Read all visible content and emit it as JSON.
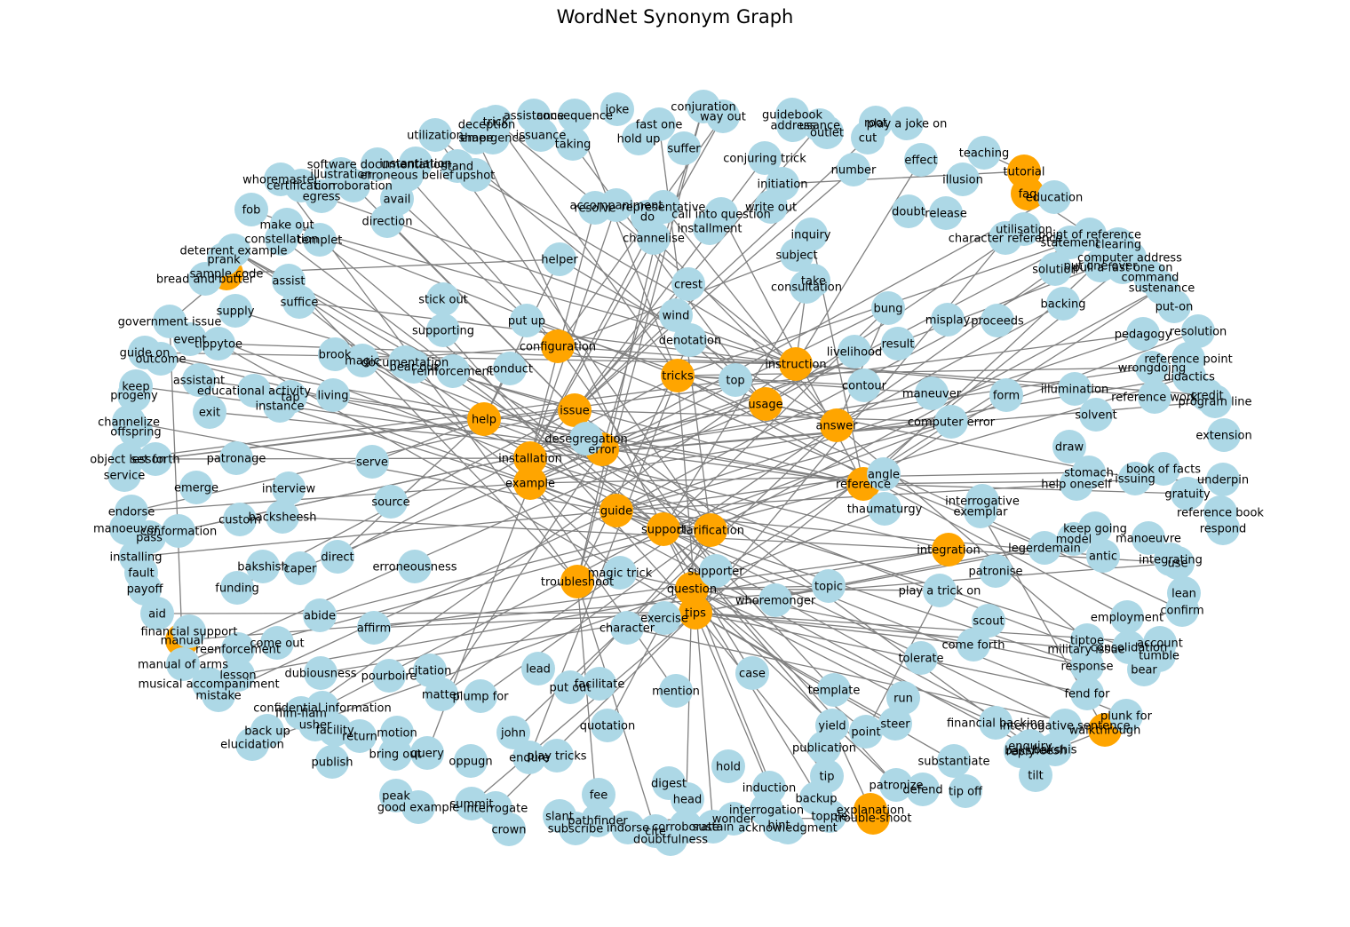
{
  "title": "WordNet Synonym Graph",
  "colors": {
    "seed": "#ffa500",
    "synonym": "#add8e6",
    "edge": "#808080"
  },
  "nodes": [
    {
      "label": "help",
      "kind": "seed"
    },
    {
      "label": "issue",
      "kind": "seed"
    },
    {
      "label": "configuration",
      "kind": "seed"
    },
    {
      "label": "tricks",
      "kind": "seed"
    },
    {
      "label": "instruction",
      "kind": "seed"
    },
    {
      "label": "usage",
      "kind": "seed"
    },
    {
      "label": "answer",
      "kind": "seed"
    },
    {
      "label": "installation",
      "kind": "seed"
    },
    {
      "label": "error",
      "kind": "seed"
    },
    {
      "label": "example",
      "kind": "seed"
    },
    {
      "label": "guide",
      "kind": "seed"
    },
    {
      "label": "support",
      "kind": "seed"
    },
    {
      "label": "clarification",
      "kind": "seed"
    },
    {
      "label": "reference",
      "kind": "seed"
    },
    {
      "label": "troubleshoot",
      "kind": "seed"
    },
    {
      "label": "question",
      "kind": "seed"
    },
    {
      "label": "tips",
      "kind": "seed"
    },
    {
      "label": "integration",
      "kind": "seed"
    },
    {
      "label": "tutorial",
      "kind": "seed"
    },
    {
      "label": "faq",
      "kind": "seed"
    },
    {
      "label": "sample code",
      "kind": "seed"
    },
    {
      "label": "manual",
      "kind": "seed"
    },
    {
      "label": "walkthrough",
      "kind": "seed"
    },
    {
      "label": "explanation",
      "kind": "seed"
    },
    {
      "label": "trouble-shoot",
      "kind": "seed"
    },
    {
      "label": "assistance",
      "kind": "synonym"
    },
    {
      "label": "consequence",
      "kind": "synonym"
    },
    {
      "label": "trick",
      "kind": "synonym"
    },
    {
      "label": "joke",
      "kind": "synonym"
    },
    {
      "label": "conjuration",
      "kind": "synonym"
    },
    {
      "label": "way out",
      "kind": "synonym"
    },
    {
      "label": "guidebook",
      "kind": "synonym"
    },
    {
      "label": "address",
      "kind": "synonym"
    },
    {
      "label": "outlet",
      "kind": "synonym"
    },
    {
      "label": "usance",
      "kind": "synonym"
    },
    {
      "label": "root",
      "kind": "synonym"
    },
    {
      "label": "play a joke on",
      "kind": "synonym"
    },
    {
      "label": "cut",
      "kind": "synonym"
    },
    {
      "label": "utilization",
      "kind": "synonym"
    },
    {
      "label": "deception",
      "kind": "synonym"
    },
    {
      "label": "emergence",
      "kind": "synonym"
    },
    {
      "label": "shape",
      "kind": "synonym"
    },
    {
      "label": "issuance",
      "kind": "synonym"
    },
    {
      "label": "fast one",
      "kind": "synonym"
    },
    {
      "label": "hold up",
      "kind": "synonym"
    },
    {
      "label": "taking",
      "kind": "synonym"
    },
    {
      "label": "suffer",
      "kind": "synonym"
    },
    {
      "label": "conjuring trick",
      "kind": "synonym"
    },
    {
      "label": "number",
      "kind": "synonym"
    },
    {
      "label": "effect",
      "kind": "synonym"
    },
    {
      "label": "teaching",
      "kind": "synonym"
    },
    {
      "label": "software documentation",
      "kind": "synonym"
    },
    {
      "label": "instantiation",
      "kind": "synonym"
    },
    {
      "label": "illustration",
      "kind": "synonym"
    },
    {
      "label": "erroneous belief",
      "kind": "synonym"
    },
    {
      "label": "stand",
      "kind": "synonym"
    },
    {
      "label": "upshot",
      "kind": "synonym"
    },
    {
      "label": "whoremaster",
      "kind": "synonym"
    },
    {
      "label": "certification",
      "kind": "synonym"
    },
    {
      "label": "corroboration",
      "kind": "synonym"
    },
    {
      "label": "egress",
      "kind": "synonym"
    },
    {
      "label": "initiation",
      "kind": "synonym"
    },
    {
      "label": "illusion",
      "kind": "synonym"
    },
    {
      "label": "education",
      "kind": "synonym"
    },
    {
      "label": "fob",
      "kind": "synonym"
    },
    {
      "label": "avail",
      "kind": "synonym"
    },
    {
      "label": "accompaniment",
      "kind": "synonym"
    },
    {
      "label": "resolve",
      "kind": "synonym"
    },
    {
      "label": "representative",
      "kind": "synonym"
    },
    {
      "label": "do",
      "kind": "synonym"
    },
    {
      "label": "call into question",
      "kind": "synonym"
    },
    {
      "label": "write out",
      "kind": "synonym"
    },
    {
      "label": "doubt",
      "kind": "synonym"
    },
    {
      "label": "release",
      "kind": "synonym"
    },
    {
      "label": "make out",
      "kind": "synonym"
    },
    {
      "label": "direction",
      "kind": "synonym"
    },
    {
      "label": "channelise",
      "kind": "synonym"
    },
    {
      "label": "installment",
      "kind": "synonym"
    },
    {
      "label": "inquiry",
      "kind": "synonym"
    },
    {
      "label": "utilisation",
      "kind": "synonym"
    },
    {
      "label": "point of reference",
      "kind": "synonym"
    },
    {
      "label": "character reference",
      "kind": "synonym"
    },
    {
      "label": "statement",
      "kind": "synonym"
    },
    {
      "label": "clearing",
      "kind": "synonym"
    },
    {
      "label": "constellation",
      "kind": "synonym"
    },
    {
      "label": "templet",
      "kind": "synonym"
    },
    {
      "label": "deterrent example",
      "kind": "synonym"
    },
    {
      "label": "prank",
      "kind": "synonym"
    },
    {
      "label": "subject",
      "kind": "synonym"
    },
    {
      "label": "computer address",
      "kind": "synonym"
    },
    {
      "label": "solution",
      "kind": "synonym"
    },
    {
      "label": "put one over",
      "kind": "synonym"
    },
    {
      "label": "pull a fast one on",
      "kind": "synonym"
    },
    {
      "label": "bread and butter",
      "kind": "synonym"
    },
    {
      "label": "assist",
      "kind": "synonym"
    },
    {
      "label": "helper",
      "kind": "synonym"
    },
    {
      "label": "take",
      "kind": "synonym"
    },
    {
      "label": "command",
      "kind": "synonym"
    },
    {
      "label": "consultation",
      "kind": "synonym"
    },
    {
      "label": "sustenance",
      "kind": "synonym"
    },
    {
      "label": "crest",
      "kind": "synonym"
    },
    {
      "label": "suffice",
      "kind": "synonym"
    },
    {
      "label": "stick out",
      "kind": "synonym"
    },
    {
      "label": "bung",
      "kind": "synonym"
    },
    {
      "label": "backing",
      "kind": "synonym"
    },
    {
      "label": "put-on",
      "kind": "synonym"
    },
    {
      "label": "supply",
      "kind": "synonym"
    },
    {
      "label": "government issue",
      "kind": "synonym"
    },
    {
      "label": "put up",
      "kind": "synonym"
    },
    {
      "label": "wind",
      "kind": "synonym"
    },
    {
      "label": "misplay",
      "kind": "synonym"
    },
    {
      "label": "proceeds",
      "kind": "synonym"
    },
    {
      "label": "pedagogy",
      "kind": "synonym"
    },
    {
      "label": "resolution",
      "kind": "synonym"
    },
    {
      "label": "supporting",
      "kind": "synonym"
    },
    {
      "label": "event",
      "kind": "synonym"
    },
    {
      "label": "tippytoe",
      "kind": "synonym"
    },
    {
      "label": "denotation",
      "kind": "synonym"
    },
    {
      "label": "result",
      "kind": "synonym"
    },
    {
      "label": "guide on",
      "kind": "synonym"
    },
    {
      "label": "outcome",
      "kind": "synonym"
    },
    {
      "label": "brook",
      "kind": "synonym"
    },
    {
      "label": "magic",
      "kind": "synonym"
    },
    {
      "label": "documentation",
      "kind": "synonym"
    },
    {
      "label": "livelihood",
      "kind": "synonym"
    },
    {
      "label": "reference point",
      "kind": "synonym"
    },
    {
      "label": "bear out",
      "kind": "synonym"
    },
    {
      "label": "reinforcement",
      "kind": "synonym"
    },
    {
      "label": "conduct",
      "kind": "synonym"
    },
    {
      "label": "wrongdoing",
      "kind": "synonym"
    },
    {
      "label": "didactics",
      "kind": "synonym"
    },
    {
      "label": "assistant",
      "kind": "synonym"
    },
    {
      "label": "keep",
      "kind": "synonym"
    },
    {
      "label": "top",
      "kind": "synonym"
    },
    {
      "label": "contour",
      "kind": "synonym"
    },
    {
      "label": "illumination",
      "kind": "synonym"
    },
    {
      "label": "educational activity",
      "kind": "synonym"
    },
    {
      "label": "progeny",
      "kind": "synonym"
    },
    {
      "label": "living",
      "kind": "synonym"
    },
    {
      "label": "maneuver",
      "kind": "synonym"
    },
    {
      "label": "form",
      "kind": "synonym"
    },
    {
      "label": "reference work",
      "kind": "synonym"
    },
    {
      "label": "credit",
      "kind": "synonym"
    },
    {
      "label": "program line",
      "kind": "synonym"
    },
    {
      "label": "tap",
      "kind": "synonym"
    },
    {
      "label": "instance",
      "kind": "synonym"
    },
    {
      "label": "exit",
      "kind": "synonym"
    },
    {
      "label": "channelize",
      "kind": "synonym"
    },
    {
      "label": "offspring",
      "kind": "synonym"
    },
    {
      "label": "computer error",
      "kind": "synonym"
    },
    {
      "label": "solvent",
      "kind": "synonym"
    },
    {
      "label": "extension",
      "kind": "synonym"
    },
    {
      "label": "desegregation",
      "kind": "synonym"
    },
    {
      "label": "draw",
      "kind": "synonym"
    },
    {
      "label": "object lesson",
      "kind": "synonym"
    },
    {
      "label": "set forth",
      "kind": "synonym"
    },
    {
      "label": "patronage",
      "kind": "synonym"
    },
    {
      "label": "serve",
      "kind": "synonym"
    },
    {
      "label": "service",
      "kind": "synonym"
    },
    {
      "label": "angle",
      "kind": "synonym"
    },
    {
      "label": "stomach",
      "kind": "synonym"
    },
    {
      "label": "book of facts",
      "kind": "synonym"
    },
    {
      "label": "issuing",
      "kind": "synonym"
    },
    {
      "label": "underpin",
      "kind": "synonym"
    },
    {
      "label": "help oneself",
      "kind": "synonym"
    },
    {
      "label": "gratuity",
      "kind": "synonym"
    },
    {
      "label": "emerge",
      "kind": "synonym"
    },
    {
      "label": "interview",
      "kind": "synonym"
    },
    {
      "label": "source",
      "kind": "synonym"
    },
    {
      "label": "thaumaturgy",
      "kind": "synonym"
    },
    {
      "label": "interrogative",
      "kind": "synonym"
    },
    {
      "label": "exemplar",
      "kind": "synonym"
    },
    {
      "label": "reference book",
      "kind": "synonym"
    },
    {
      "label": "endorse",
      "kind": "synonym"
    },
    {
      "label": "custom",
      "kind": "synonym"
    },
    {
      "label": "backsheesh",
      "kind": "synonym"
    },
    {
      "label": "respond",
      "kind": "synonym"
    },
    {
      "label": "manoeuver",
      "kind": "synonym"
    },
    {
      "label": "pass",
      "kind": "synonym"
    },
    {
      "label": "conformation",
      "kind": "synonym"
    },
    {
      "label": "keep going",
      "kind": "synonym"
    },
    {
      "label": "legerdemain",
      "kind": "synonym"
    },
    {
      "label": "model",
      "kind": "synonym"
    },
    {
      "label": "manoeuvre",
      "kind": "synonym"
    },
    {
      "label": "installing",
      "kind": "synonym"
    },
    {
      "label": "fault",
      "kind": "synonym"
    },
    {
      "label": "direct",
      "kind": "synonym"
    },
    {
      "label": "bakshish",
      "kind": "synonym"
    },
    {
      "label": "caper",
      "kind": "synonym"
    },
    {
      "label": "erroneousness",
      "kind": "synonym"
    },
    {
      "label": "patronise",
      "kind": "synonym"
    },
    {
      "label": "antic",
      "kind": "synonym"
    },
    {
      "label": "integrating",
      "kind": "synonym"
    },
    {
      "label": "use",
      "kind": "synonym"
    },
    {
      "label": "payoff",
      "kind": "synonym"
    },
    {
      "label": "funding",
      "kind": "synonym"
    },
    {
      "label": "magic trick",
      "kind": "synonym"
    },
    {
      "label": "supporter",
      "kind": "synonym"
    },
    {
      "label": "topic",
      "kind": "synonym"
    },
    {
      "label": "play a trick on",
      "kind": "synonym"
    },
    {
      "label": "lean",
      "kind": "synonym"
    },
    {
      "label": "aid",
      "kind": "synonym"
    },
    {
      "label": "abide",
      "kind": "synonym"
    },
    {
      "label": "whoremonger",
      "kind": "synonym"
    },
    {
      "label": "scout",
      "kind": "synonym"
    },
    {
      "label": "confirm",
      "kind": "synonym"
    },
    {
      "label": "financial support",
      "kind": "synonym"
    },
    {
      "label": "affirm",
      "kind": "synonym"
    },
    {
      "label": "exercise",
      "kind": "synonym"
    },
    {
      "label": "character",
      "kind": "synonym"
    },
    {
      "label": "employment",
      "kind": "synonym"
    },
    {
      "label": "tiptoe",
      "kind": "synonym"
    },
    {
      "label": "consolidation",
      "kind": "synonym"
    },
    {
      "label": "military issue",
      "kind": "synonym"
    },
    {
      "label": "account",
      "kind": "synonym"
    },
    {
      "label": "tumble",
      "kind": "synonym"
    },
    {
      "label": "reenforcement",
      "kind": "synonym"
    },
    {
      "label": "come out",
      "kind": "synonym"
    },
    {
      "label": "come forth",
      "kind": "synonym"
    },
    {
      "label": "tolerate",
      "kind": "synonym"
    },
    {
      "label": "manual of arms",
      "kind": "synonym"
    },
    {
      "label": "lesson",
      "kind": "synonym"
    },
    {
      "label": "dubiousness",
      "kind": "synonym"
    },
    {
      "label": "citation",
      "kind": "synonym"
    },
    {
      "label": "response",
      "kind": "synonym"
    },
    {
      "label": "bear",
      "kind": "synonym"
    },
    {
      "label": "musical accompaniment",
      "kind": "synonym"
    },
    {
      "label": "pourboire",
      "kind": "synonym"
    },
    {
      "label": "lead",
      "kind": "synonym"
    },
    {
      "label": "facilitate",
      "kind": "synonym"
    },
    {
      "label": "case",
      "kind": "synonym"
    },
    {
      "label": "template",
      "kind": "synonym"
    },
    {
      "label": "mistake",
      "kind": "synonym"
    },
    {
      "label": "matter",
      "kind": "synonym"
    },
    {
      "label": "plump for",
      "kind": "synonym"
    },
    {
      "label": "put out",
      "kind": "synonym"
    },
    {
      "label": "mention",
      "kind": "synonym"
    },
    {
      "label": "fend for",
      "kind": "synonym"
    },
    {
      "label": "run",
      "kind": "synonym"
    },
    {
      "label": "confidential information",
      "kind": "synonym"
    },
    {
      "label": "flim-flam",
      "kind": "synonym"
    },
    {
      "label": "plunk for",
      "kind": "synonym"
    },
    {
      "label": "back up",
      "kind": "synonym"
    },
    {
      "label": "usher",
      "kind": "synonym"
    },
    {
      "label": "facility",
      "kind": "synonym"
    },
    {
      "label": "financial backing",
      "kind": "synonym"
    },
    {
      "label": "interrogative sentence",
      "kind": "synonym"
    },
    {
      "label": "steer",
      "kind": "synonym"
    },
    {
      "label": "yield",
      "kind": "synonym"
    },
    {
      "label": "point",
      "kind": "synonym"
    },
    {
      "label": "elucidation",
      "kind": "synonym"
    },
    {
      "label": "return",
      "kind": "synonym"
    },
    {
      "label": "motion",
      "kind": "synonym"
    },
    {
      "label": "john",
      "kind": "synonym"
    },
    {
      "label": "quotation",
      "kind": "synonym"
    },
    {
      "label": "publication",
      "kind": "synonym"
    },
    {
      "label": "enquiry",
      "kind": "synonym"
    },
    {
      "label": "reply",
      "kind": "synonym"
    },
    {
      "label": "baksheesh",
      "kind": "synonym"
    },
    {
      "label": "bakshis",
      "kind": "synonym"
    },
    {
      "label": "publish",
      "kind": "synonym"
    },
    {
      "label": "bring out",
      "kind": "synonym"
    },
    {
      "label": "query",
      "kind": "synonym"
    },
    {
      "label": "oppugn",
      "kind": "synonym"
    },
    {
      "label": "endure",
      "kind": "synonym"
    },
    {
      "label": "play tricks",
      "kind": "synonym"
    },
    {
      "label": "hold",
      "kind": "synonym"
    },
    {
      "label": "substantiate",
      "kind": "synonym"
    },
    {
      "label": "tilt",
      "kind": "synonym"
    },
    {
      "label": "digest",
      "kind": "synonym"
    },
    {
      "label": "tip",
      "kind": "synonym"
    },
    {
      "label": "patronize",
      "kind": "synonym"
    },
    {
      "label": "defend",
      "kind": "synonym"
    },
    {
      "label": "tip off",
      "kind": "synonym"
    },
    {
      "label": "peak",
      "kind": "synonym"
    },
    {
      "label": "good example",
      "kind": "synonym"
    },
    {
      "label": "summit",
      "kind": "synonym"
    },
    {
      "label": "fee",
      "kind": "synonym"
    },
    {
      "label": "head",
      "kind": "synonym"
    },
    {
      "label": "induction",
      "kind": "synonym"
    },
    {
      "label": "backup",
      "kind": "synonym"
    },
    {
      "label": "interrogate",
      "kind": "synonym"
    },
    {
      "label": "slant",
      "kind": "synonym"
    },
    {
      "label": "pathfinder",
      "kind": "synonym"
    },
    {
      "label": "corroborate",
      "kind": "synonym"
    },
    {
      "label": "wonder",
      "kind": "synonym"
    },
    {
      "label": "interrogation",
      "kind": "synonym"
    },
    {
      "label": "topple",
      "kind": "synonym"
    },
    {
      "label": "crown",
      "kind": "synonym"
    },
    {
      "label": "subscribe",
      "kind": "synonym"
    },
    {
      "label": "indorse",
      "kind": "synonym"
    },
    {
      "label": "cite",
      "kind": "synonym"
    },
    {
      "label": "sustain",
      "kind": "synonym"
    },
    {
      "label": "hint",
      "kind": "synonym"
    },
    {
      "label": "acknowledgment",
      "kind": "synonym"
    },
    {
      "label": "doubtfulness",
      "kind": "synonym"
    }
  ]
}
